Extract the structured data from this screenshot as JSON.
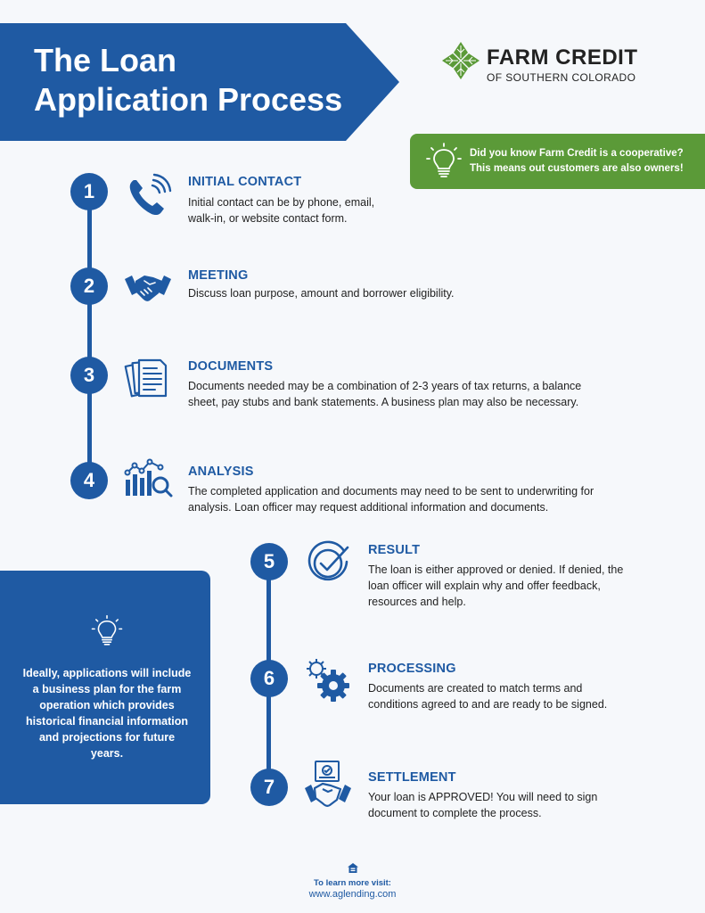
{
  "header": {
    "title_line1": "The Loan",
    "title_line2": "Application Process"
  },
  "logo": {
    "name": "FARM CREDIT",
    "subtitle": "OF SOUTHERN COLORADO",
    "icon": "leaf-logo-icon"
  },
  "tip": {
    "line1": "Did you know Farm Credit is a cooperative?",
    "line2": "This means out customers are also owners!",
    "icon": "lightbulb-icon"
  },
  "side_note": {
    "text": "Ideally, applications will include a business plan for the farm operation which provides historical financial information and projections for future years.",
    "icon": "lightbulb-icon"
  },
  "steps": [
    {
      "number": "1",
      "title": "INITIAL CONTACT",
      "desc": "Initial contact can be by phone, email, walk-in, or website contact form.",
      "icon": "phone-icon"
    },
    {
      "number": "2",
      "title": "MEETING",
      "desc": "Discuss loan purpose, amount and borrower eligibility.",
      "icon": "handshake-icon"
    },
    {
      "number": "3",
      "title": "DOCUMENTS",
      "desc": "Documents needed may be a combination of 2-3 years of tax returns, a balance sheet, pay stubs and bank statements. A business plan may also be necessary.",
      "icon": "documents-icon"
    },
    {
      "number": "4",
      "title": "ANALYSIS",
      "desc": "The completed application and documents may need to be sent to underwriting for analysis. Loan officer may request additional information and documents.",
      "icon": "analysis-chart-icon"
    },
    {
      "number": "5",
      "title": "RESULT",
      "desc": "The loan is either approved or denied. If denied, the loan officer will explain why and offer feedback, resources and help.",
      "icon": "checkmark-circle-icon"
    },
    {
      "number": "6",
      "title": "PROCESSING",
      "desc": "Documents are created to match terms and conditions agreed to and are ready to be signed.",
      "icon": "gears-icon"
    },
    {
      "number": "7",
      "title": "SETTLEMENT",
      "desc": "Your loan is APPROVED! You will need to sign document to complete the process.",
      "icon": "agreement-icon"
    }
  ],
  "footer": {
    "label": "To learn more visit:",
    "url": "www.aglending.com",
    "icon": "equal-housing-icon"
  },
  "colors": {
    "primary_blue": "#1f5aa3",
    "green": "#5b9a38",
    "background": "#f6f8fb"
  }
}
